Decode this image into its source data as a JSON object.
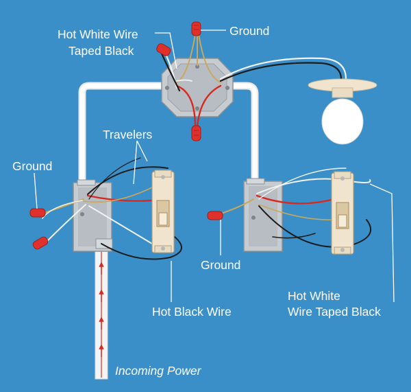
{
  "labels": {
    "hot_white_top_1": "Hot White Wire",
    "hot_white_top_2": "Taped Black",
    "ground_top": "Ground",
    "travelers": "Travelers",
    "ground_left": "Ground",
    "ground_right": "Ground",
    "hot_black": "Hot Black Wire",
    "hot_white_right_1": "Hot White",
    "hot_white_right_2": "Wire Taped Black",
    "incoming_power": "Incoming Power"
  },
  "colors": {
    "background": "#3a8fc9",
    "conduit": "#ffffff",
    "box": "#c7ccd1",
    "black_wire": "#1c1c1c",
    "red_wire": "#d8281f",
    "white_wire": "#f2f2f2",
    "ground_wire": "#c9a85a",
    "wire_nut": "#e0302b",
    "switch_plate": "#f0e4cf"
  },
  "icons": [
    "junction-box-icon",
    "light-fixture-icon",
    "switch-icon",
    "wire-nut-icon",
    "arrow-up-icon"
  ]
}
